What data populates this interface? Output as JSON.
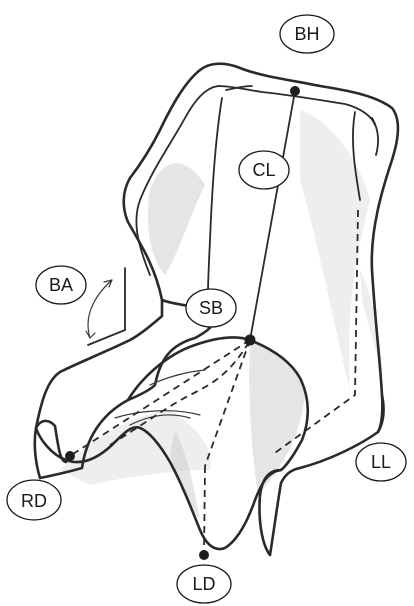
{
  "labels": {
    "bh": "BH",
    "cl": "CL",
    "ba": "BA",
    "sb": "SB",
    "rd": "RD",
    "ll": "LL",
    "ld": "LD"
  }
}
